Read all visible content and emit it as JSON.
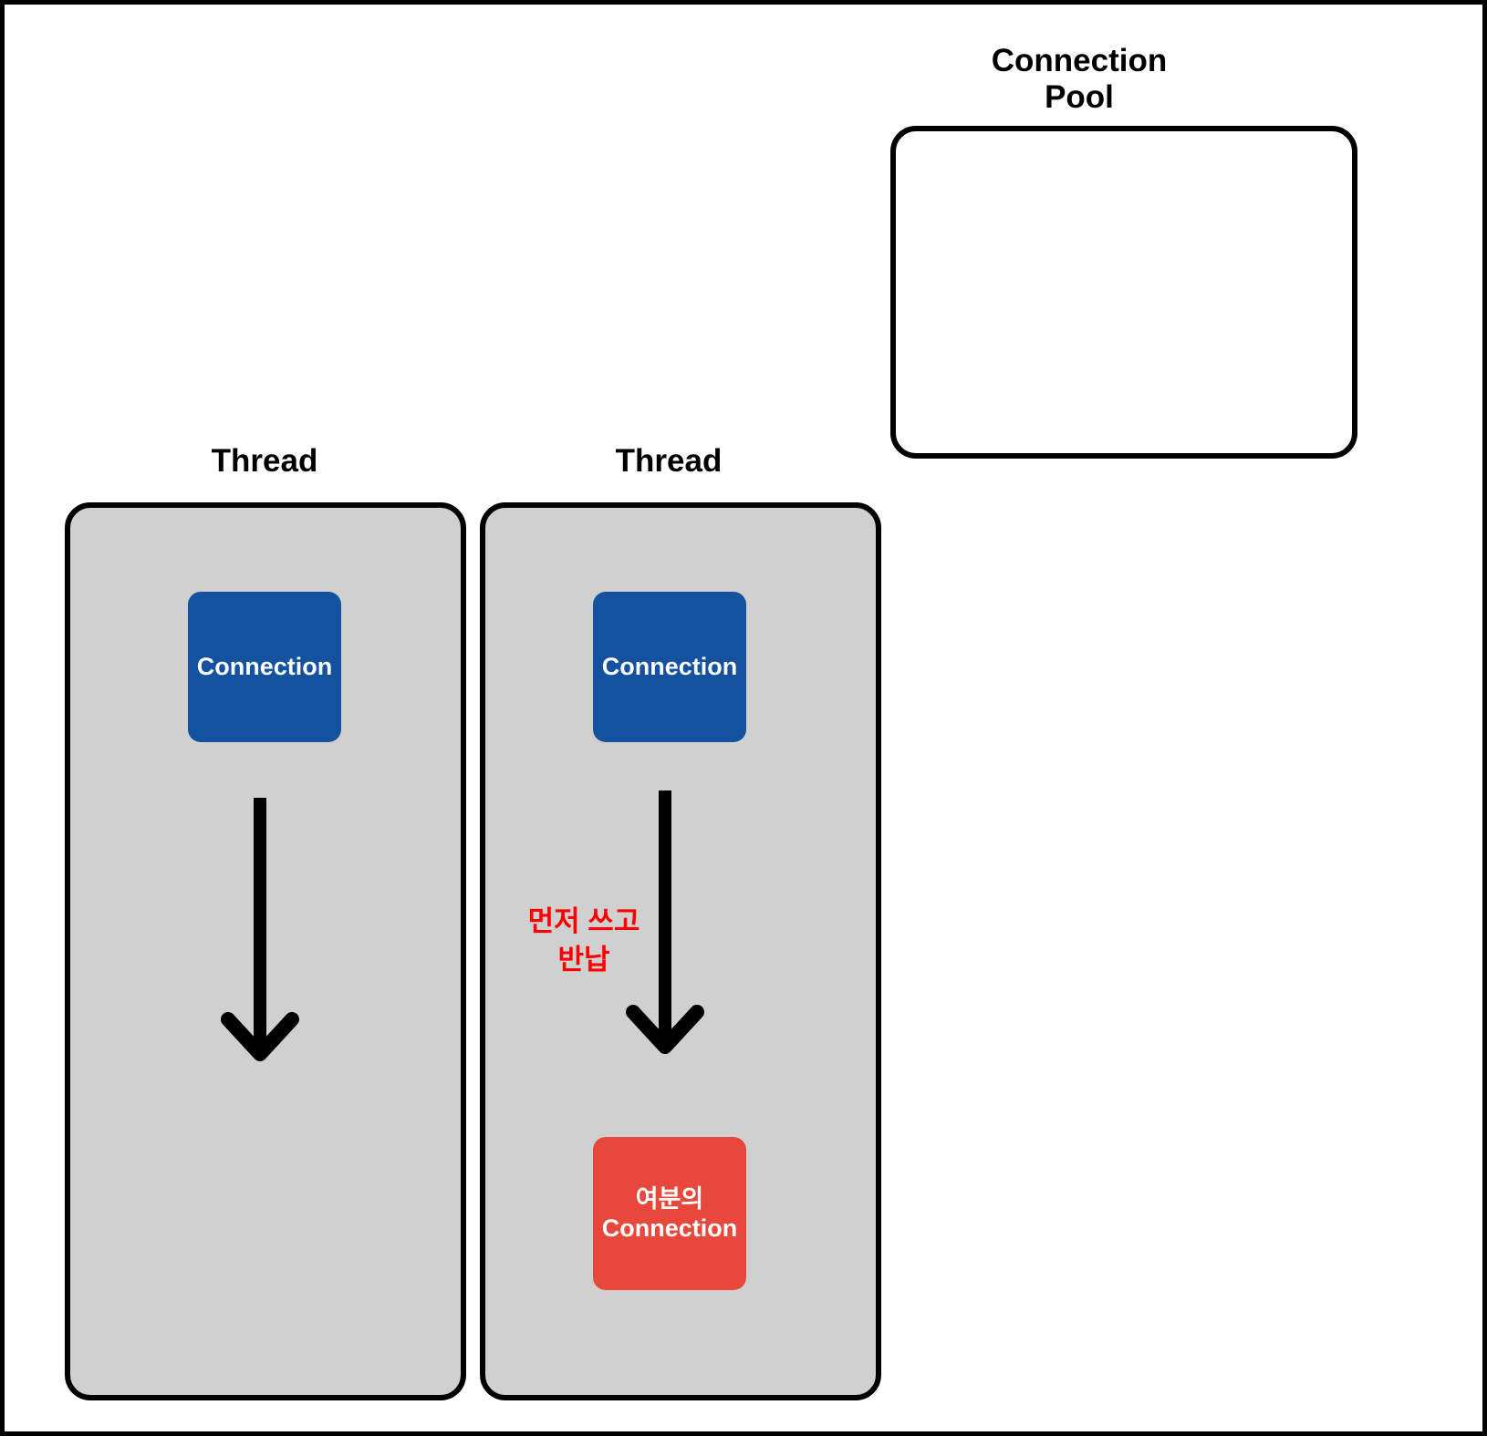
{
  "diagram": {
    "title_alt": "Connection Pool usage by threads",
    "pool": {
      "label": "Connection\nPool",
      "box_fill": "#ffffff",
      "box_border": "#000000"
    },
    "threads": [
      {
        "label": "Thread",
        "box_fill": "#d0d0d0",
        "connection_card": {
          "label": "Connection",
          "color": "#14519f",
          "text_color": "#ffffff"
        },
        "arrow": "down-arrow",
        "note": "",
        "spare_card": null
      },
      {
        "label": "Thread",
        "box_fill": "#d0d0d0",
        "connection_card": {
          "label": "Connection",
          "color": "#14519f",
          "text_color": "#ffffff"
        },
        "arrow": "down-arrow",
        "note": "먼저 쓰고\n반납",
        "note_color": "#ff0000",
        "spare_card": {
          "label": "여분의\nConnection",
          "color": "#e8473c",
          "text_color": "#ffffff"
        }
      }
    ],
    "colors": {
      "accent_blue": "#14519f",
      "accent_red": "#e8473c",
      "note_red": "#ff0000",
      "thread_gray": "#d0d0d0",
      "stroke_black": "#000000",
      "canvas_white": "#ffffff"
    }
  }
}
